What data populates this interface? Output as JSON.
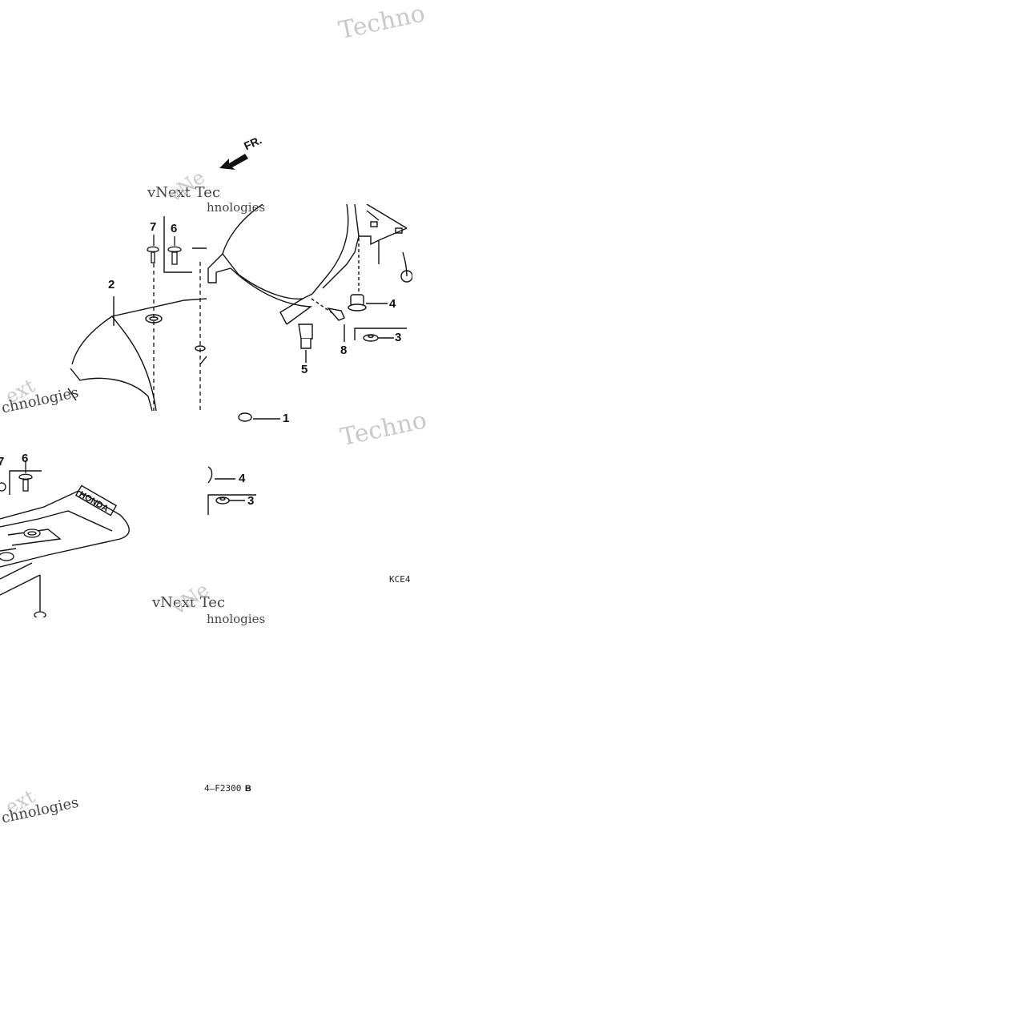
{
  "diagram": {
    "front_arrow_label": "FR.",
    "part_callouts": {
      "tr_4": "4",
      "tr_3": "3",
      "tr_8": "8",
      "tr_5": "5",
      "mr_1": "1",
      "mr_4": "4",
      "mr_3": "3",
      "tl_7": "7",
      "tl_6": "6",
      "tl_2": "2",
      "bl_7": "7",
      "bl_6": "6"
    },
    "drawing_codes": {
      "code_top": "KCE4",
      "code_bottom_text": "4–F2300",
      "code_bottom_suffix": "B"
    },
    "fender_brand": "HONDA"
  },
  "watermarks": {
    "w1": "Techno",
    "w2": "vNext Tec",
    "w3": "hnologies",
    "w4": "vNe",
    "w5": "ext",
    "w6": "chnologies",
    "w7": "Techno",
    "w8": "vNext Tec",
    "w9": "hnologies",
    "w10": "vNe",
    "w11": "ext",
    "w12": "chnologies"
  }
}
